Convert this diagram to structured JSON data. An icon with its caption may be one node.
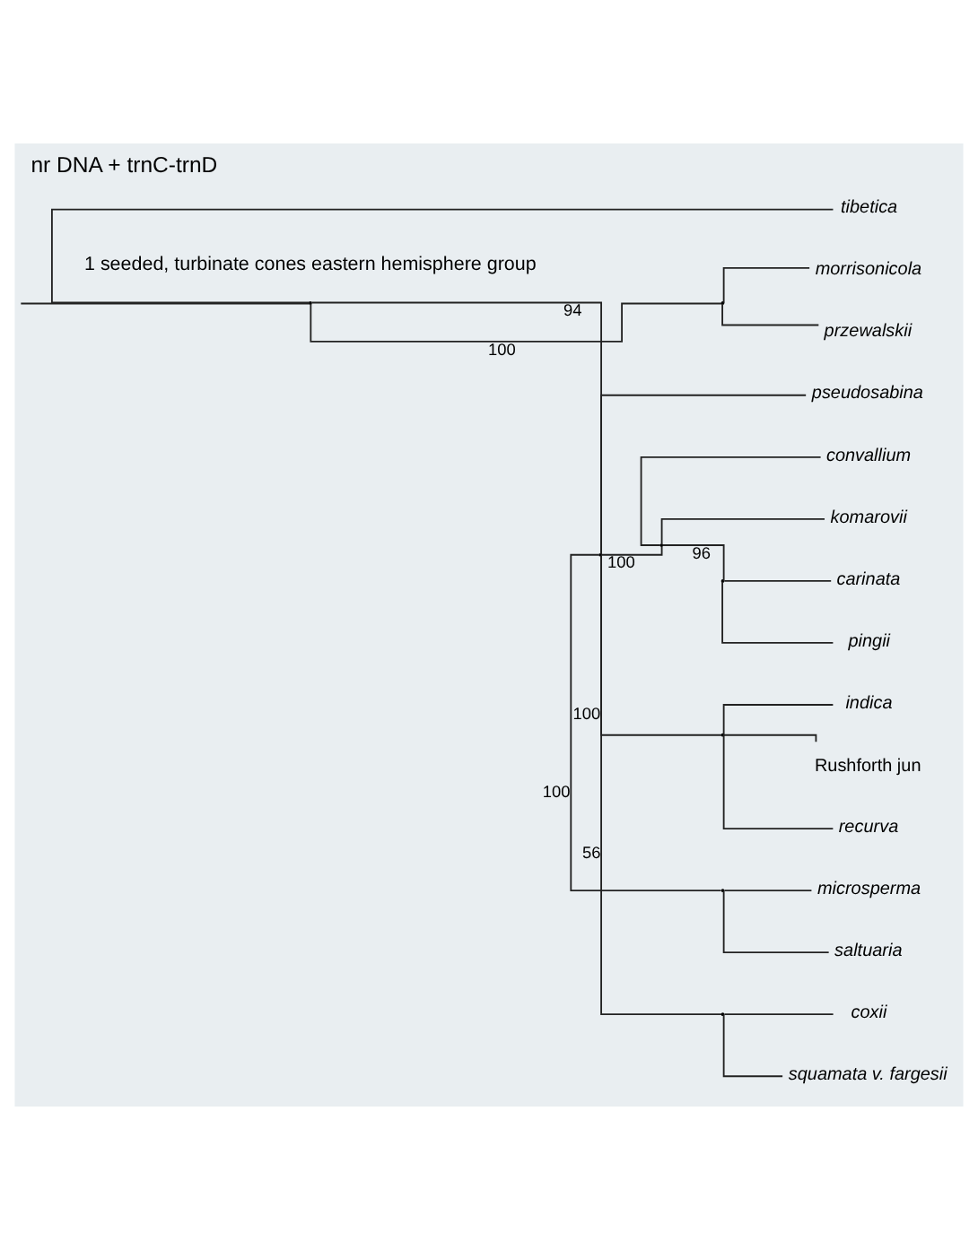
{
  "diagram": {
    "title": "nr DNA + trnC-trnD",
    "nodes": [
      {
        "text": [],
        "shape": "point"
      },
      {
        "text": [
          "tibetica"
        ]
      },
      {
        "text": [],
        "shape": "point"
      },
      {
        "text": [
          "morrisonicola"
        ]
      },
      {
        "text": [
          "przewalskii"
        ]
      },
      {
        "text": [],
        "shape": "point"
      },
      {
        "text": [
          "pseudosabina"
        ]
      },
      {
        "text": [],
        "shape": "point"
      },
      {
        "text": [
          "convallium"
        ]
      },
      {
        "text": [
          "komarovii"
        ]
      },
      {
        "text": [],
        "shape": "point"
      },
      {
        "text": [
          "carinata"
        ]
      },
      {
        "text": [
          "pingii"
        ]
      },
      {
        "text": [],
        "shape": "point"
      },
      {
        "text": [
          "indica"
        ]
      },
      {
        "text": [
          "Rushforth jun"
        ]
      },
      {
        "text": [
          "recurva"
        ]
      },
      {
        "text": [],
        "shape": "point"
      },
      {
        "text": [
          "microsperma"
        ]
      },
      {
        "text": [
          "saltuaria"
        ]
      },
      {
        "text": [],
        "shape": "point"
      },
      {
        "text": [
          "coxii"
        ]
      },
      {
        "text": [
          "squamata v. fargesii"
        ]
      }
    ],
    "edges": [
      {
        "from": null,
        "to": 0,
        "arrow": "none"
      },
      {
        "from": 0,
        "to": 1,
        "arrow": "none"
      },
      {
        "from": 0,
        "to": 2,
        "arrow": "none",
        "label": "100"
      },
      {
        "from": 2,
        "to": 3,
        "arrow": "none"
      },
      {
        "from": 2,
        "to": 4,
        "arrow": "none"
      },
      {
        "from": 0,
        "to": 5,
        "arrow": "none",
        "label": "94"
      },
      {
        "from": 5,
        "to": 6,
        "arrow": "none"
      },
      {
        "from": 5,
        "to": 7,
        "arrow": "none",
        "label": "100"
      },
      {
        "from": 7,
        "to": 8,
        "arrow": "none"
      },
      {
        "from": 7,
        "to": 9,
        "arrow": "none"
      },
      {
        "from": 7,
        "to": 10,
        "arrow": "none",
        "label": "96"
      },
      {
        "from": 10,
        "to": 11,
        "arrow": "none"
      },
      {
        "from": 10,
        "to": 12,
        "arrow": "none"
      },
      {
        "from": 5,
        "to": 13,
        "arrow": "none",
        "label": "100"
      },
      {
        "from": 13,
        "to": 14,
        "arrow": "none"
      },
      {
        "from": 13,
        "to": 15,
        "arrow": "none"
      },
      {
        "from": 13,
        "to": 16,
        "arrow": "none"
      },
      {
        "from": 5,
        "to": 17,
        "arrow": "none",
        "label": "100"
      },
      {
        "from": 17,
        "to": 18,
        "arrow": "none"
      },
      {
        "from": 17,
        "to": 19,
        "arrow": "none"
      },
      {
        "from": 5,
        "to": 20,
        "arrow": "none",
        "label": "56"
      },
      {
        "from": 20,
        "to": 21,
        "arrow": "none"
      },
      {
        "from": 20,
        "to": 22,
        "arrow": "none"
      }
    ],
    "labels": [
      "1 seeded, turbinate cones eastern hemisphere group"
    ]
  }
}
